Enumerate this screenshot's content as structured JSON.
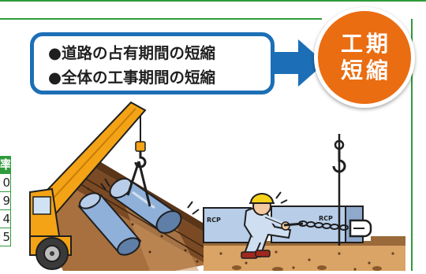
{
  "callout": {
    "line1": "●道路の占有期間の短縮",
    "line2": "●全体の工事期間の短縮"
  },
  "badge": {
    "line1": "工期",
    "line2": "短縮"
  },
  "table_fragment": {
    "header": "率",
    "cells": [
      "0",
      "9",
      "4",
      "5"
    ]
  },
  "pipe_label_left": "RCP",
  "pipe_label_right": "RCP",
  "colors": {
    "frame_green": "#2f9b3b",
    "callout_blue": "#1c6fb6",
    "badge_orange": "#ea6d12",
    "crane_orange": "#f3a315",
    "pipe_blue": "#8fb0d9",
    "soil_brown": "#7a4a24"
  }
}
